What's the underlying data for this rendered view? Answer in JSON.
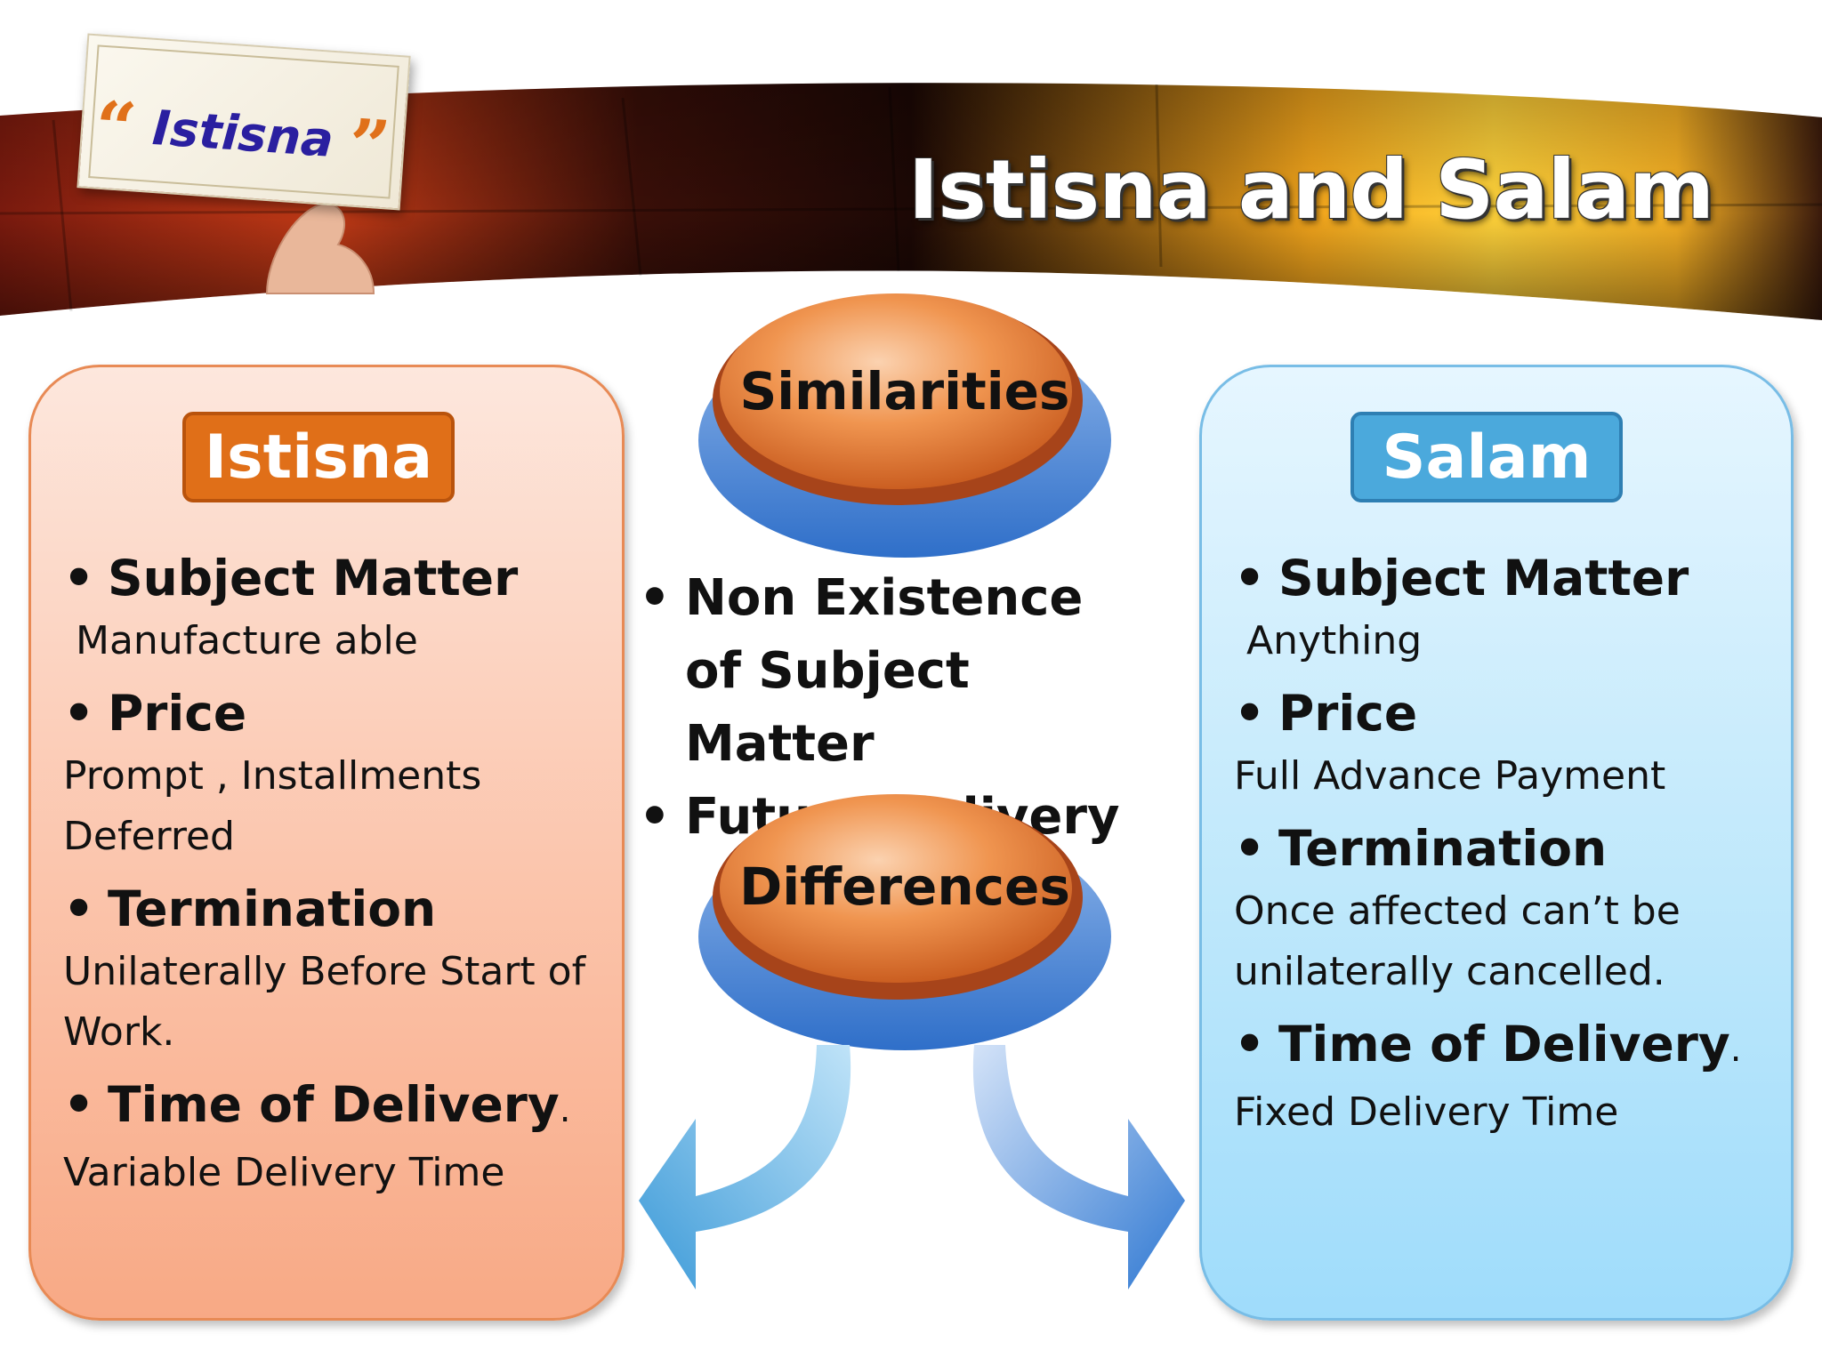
{
  "slide": {
    "title": "Istisna and Salam",
    "note_label": "Istisna",
    "quote_open": "“",
    "quote_close": "”"
  },
  "center": {
    "similarities_label": "Similarities",
    "differences_label": "Differences",
    "similarities": [
      "Non Existence of Subject Matter",
      "Future Delivery"
    ]
  },
  "istisna": {
    "heading": "Istisna",
    "items": [
      {
        "head": "Subject Matter",
        "desc": "Manufacture able"
      },
      {
        "head": "Price",
        "desc": "Prompt , Installments Deferred"
      },
      {
        "head": "Termination",
        "desc": "Unilaterally Before Start of Work."
      },
      {
        "head": "Time of Delivery",
        "desc": "Variable  Delivery Time"
      }
    ]
  },
  "salam": {
    "heading": "Salam",
    "items": [
      {
        "head": "Subject Matter",
        "desc": "Anything"
      },
      {
        "head": "Price",
        "desc": "Full Advance Payment"
      },
      {
        "head": "Termination",
        "desc": "Once affected can’t be unilaterally cancelled."
      },
      {
        "head": "Time of Delivery",
        "desc": "Fixed Delivery Time"
      }
    ]
  },
  "colors": {
    "istisna_tag": "#e06f18",
    "salam_tag": "#4ba9dc",
    "disc_orange": "#d9661d",
    "disc_blue": "#3f7fd0"
  }
}
